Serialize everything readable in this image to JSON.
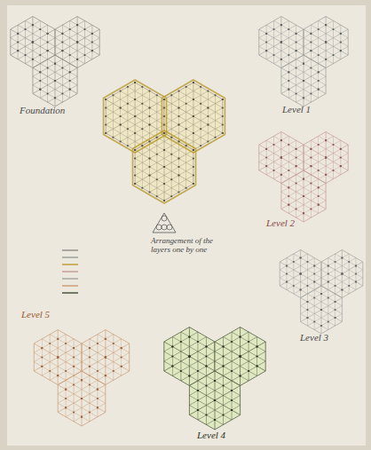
{
  "diagram": {
    "labels": [
      "Foundation",
      "Level 1",
      "Level 2",
      "Level 3",
      "Level 4",
      "Level 5",
      "Arrangement of the layers one by one"
    ]
  }
}
